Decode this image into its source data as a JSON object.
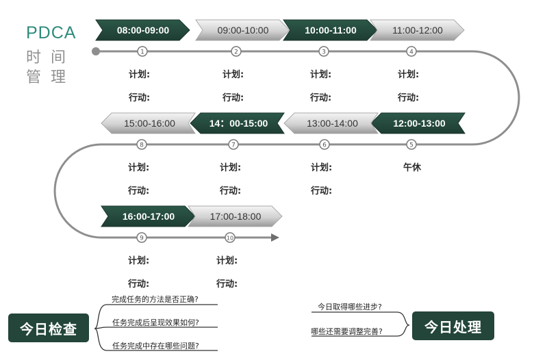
{
  "header": {
    "pdca": "PDCA",
    "line1": "时间",
    "line2": "管理"
  },
  "slots": [
    {
      "num": "1",
      "time": "08:00-09:00",
      "style": "dark",
      "plan": "计划:",
      "action": "行动:",
      "note": ""
    },
    {
      "num": "2",
      "time": "09:00-10:00",
      "style": "light",
      "plan": "计划:",
      "action": "行动:",
      "note": ""
    },
    {
      "num": "3",
      "time": "10:00-11:00",
      "style": "dark",
      "plan": "计划:",
      "action": "行动:",
      "note": ""
    },
    {
      "num": "4",
      "time": "11:00-12:00",
      "style": "light",
      "plan": "计划:",
      "action": "行动:",
      "note": ""
    },
    {
      "num": "5",
      "time": "12:00-13:00",
      "style": "dark",
      "plan": "",
      "action": "",
      "note": "午休"
    },
    {
      "num": "6",
      "time": "13:00-14:00",
      "style": "light",
      "plan": "计划:",
      "action": "行动:",
      "note": ""
    },
    {
      "num": "7",
      "time": "14：00-15:00",
      "style": "dark",
      "plan": "计划:",
      "action": "行动:",
      "note": ""
    },
    {
      "num": "8",
      "time": "15:00-16:00",
      "style": "light",
      "plan": "计划:",
      "action": "行动:",
      "note": ""
    },
    {
      "num": "9",
      "time": "16:00-17:00",
      "style": "dark",
      "plan": "计划:",
      "action": "行动:",
      "note": ""
    },
    {
      "num": "10",
      "time": "17:00-18:00",
      "style": "light",
      "plan": "计划:",
      "action": "行动:",
      "note": ""
    }
  ],
  "check": {
    "label": "今日检查",
    "questions": [
      "完成任务的方法是否正确?",
      "任务完成后呈现效果如何?",
      "任务完成中存在哪些问题?"
    ]
  },
  "act": {
    "label": "今日处理",
    "questions": [
      "今日取得哪些进步?",
      "哪些还需要调整完善?"
    ]
  },
  "colors": {
    "dark_green": "#23453a",
    "line_gray": "#8e8e8e",
    "teal": "#2e8b7c",
    "silver_light": "#f4f4f4",
    "silver_dark": "#9a9a9a"
  }
}
